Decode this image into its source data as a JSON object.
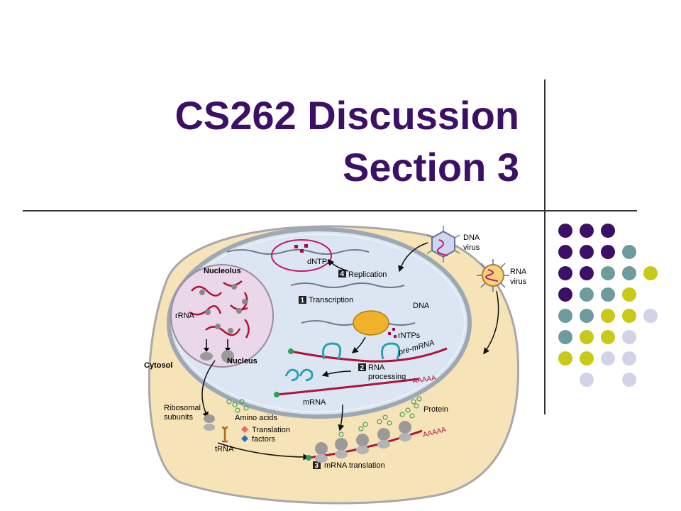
{
  "slide": {
    "title_line1": "CS262 Discussion",
    "title_line2": "Section 3",
    "title_color": "#3d1067"
  },
  "decoration": {
    "dot_rows": [
      [
        "purple",
        "purple",
        "purple"
      ],
      [
        "purple",
        "purple",
        "purple",
        "teal"
      ],
      [
        "purple",
        "purple",
        "teal",
        "teal",
        "yellow"
      ],
      [
        "purple",
        "teal",
        "teal",
        "yellow"
      ],
      [
        "teal",
        "teal",
        "yellow",
        "yellow",
        "lavender"
      ],
      [
        "teal",
        "yellow",
        "yellow",
        "lavender"
      ],
      [
        "yellow",
        "yellow",
        "lavender",
        "lavender"
      ],
      [
        "lavender",
        "lavender"
      ]
    ],
    "colors": {
      "purple": "#3d1067",
      "teal": "#6e9c9c",
      "yellow": "#c9c919",
      "lavender": "#d2d2e8"
    }
  },
  "figure": {
    "labels": {
      "nucleolus": "Nucleolus",
      "rrna": "rRNA",
      "nucleus": "Nucleus",
      "cytosol": "Cytosol",
      "dntps": "dNTPs",
      "dna_virus_1": "DNA",
      "dna_virus_2": "virus",
      "rna_virus_1": "RNA",
      "rna_virus_2": "virus",
      "replication": "Replication",
      "transcription": "Transcription",
      "dna": "DNA",
      "rntps": "rNTPs",
      "pre_mrna": "pre-mRNA",
      "rna_processing_1": "RNA",
      "rna_processing_2": "processing",
      "aaaaa_1": "AAAAA",
      "mrna": "mRNA",
      "ribosomal_1": "Ribosomal",
      "ribosomal_2": "subunits",
      "amino_acids": "Amino acids",
      "translation_factors_1": "Translation",
      "translation_factors_2": "factors",
      "trna": "tRNA",
      "protein": "Protein",
      "aaaaa_2": "AAAAA",
      "mrna_translation": "mRNA translation"
    },
    "steps": {
      "s1": "1",
      "s2": "2",
      "s3": "3",
      "s4": "4"
    }
  }
}
